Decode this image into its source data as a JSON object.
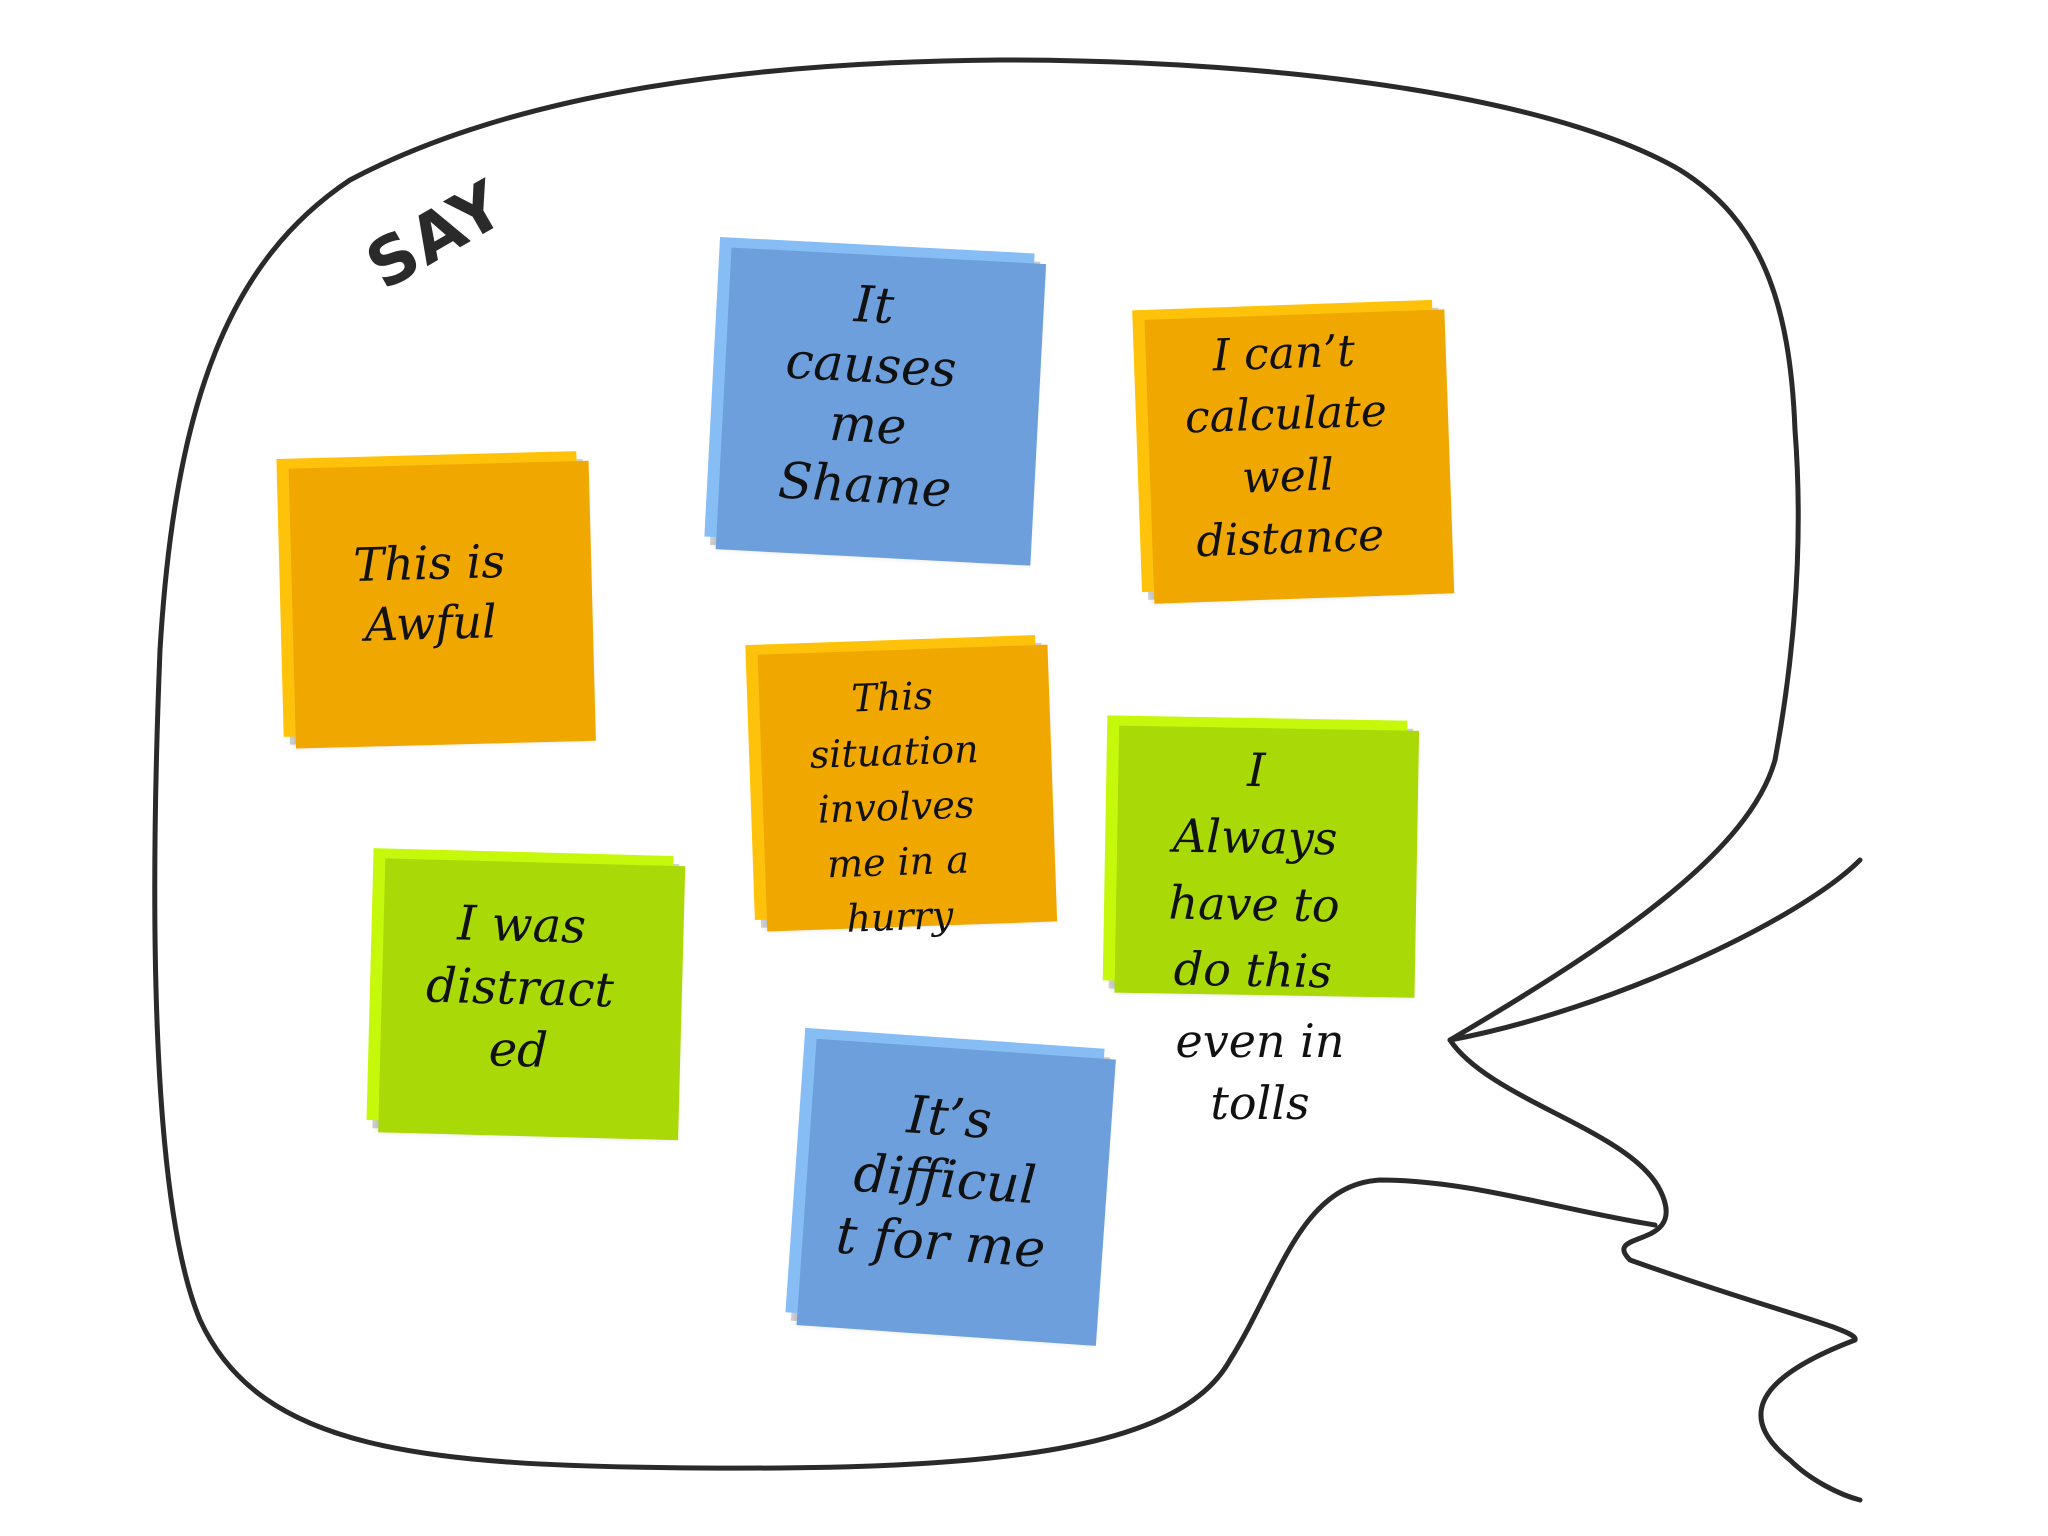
{
  "section_label": "SAY",
  "colors": {
    "orange": "#ffc20a",
    "blue": "#86bdf5",
    "green": "#c6f80c",
    "outline": "#2a2a2a"
  },
  "notes": [
    {
      "id": "awful",
      "color": "orange",
      "text": "This is\nAwful"
    },
    {
      "id": "shame",
      "color": "blue",
      "text": "It\ncauses\nme\nShame"
    },
    {
      "id": "calculate",
      "color": "orange",
      "text": "I can’t\ncalculate\nwell\ndistance"
    },
    {
      "id": "hurry",
      "color": "orange",
      "text": "This\nsituation\ninvolves\nme in a\nhurry"
    },
    {
      "id": "always",
      "color": "green",
      "text": "I\nAlways\nhave to\ndo this"
    },
    {
      "id": "distracted",
      "color": "green",
      "text": "I was\ndistract\ned"
    },
    {
      "id": "difficult",
      "color": "blue",
      "text": "It’s\ndifficul\nt for me"
    }
  ],
  "overflow_text": "even in\ntolls"
}
